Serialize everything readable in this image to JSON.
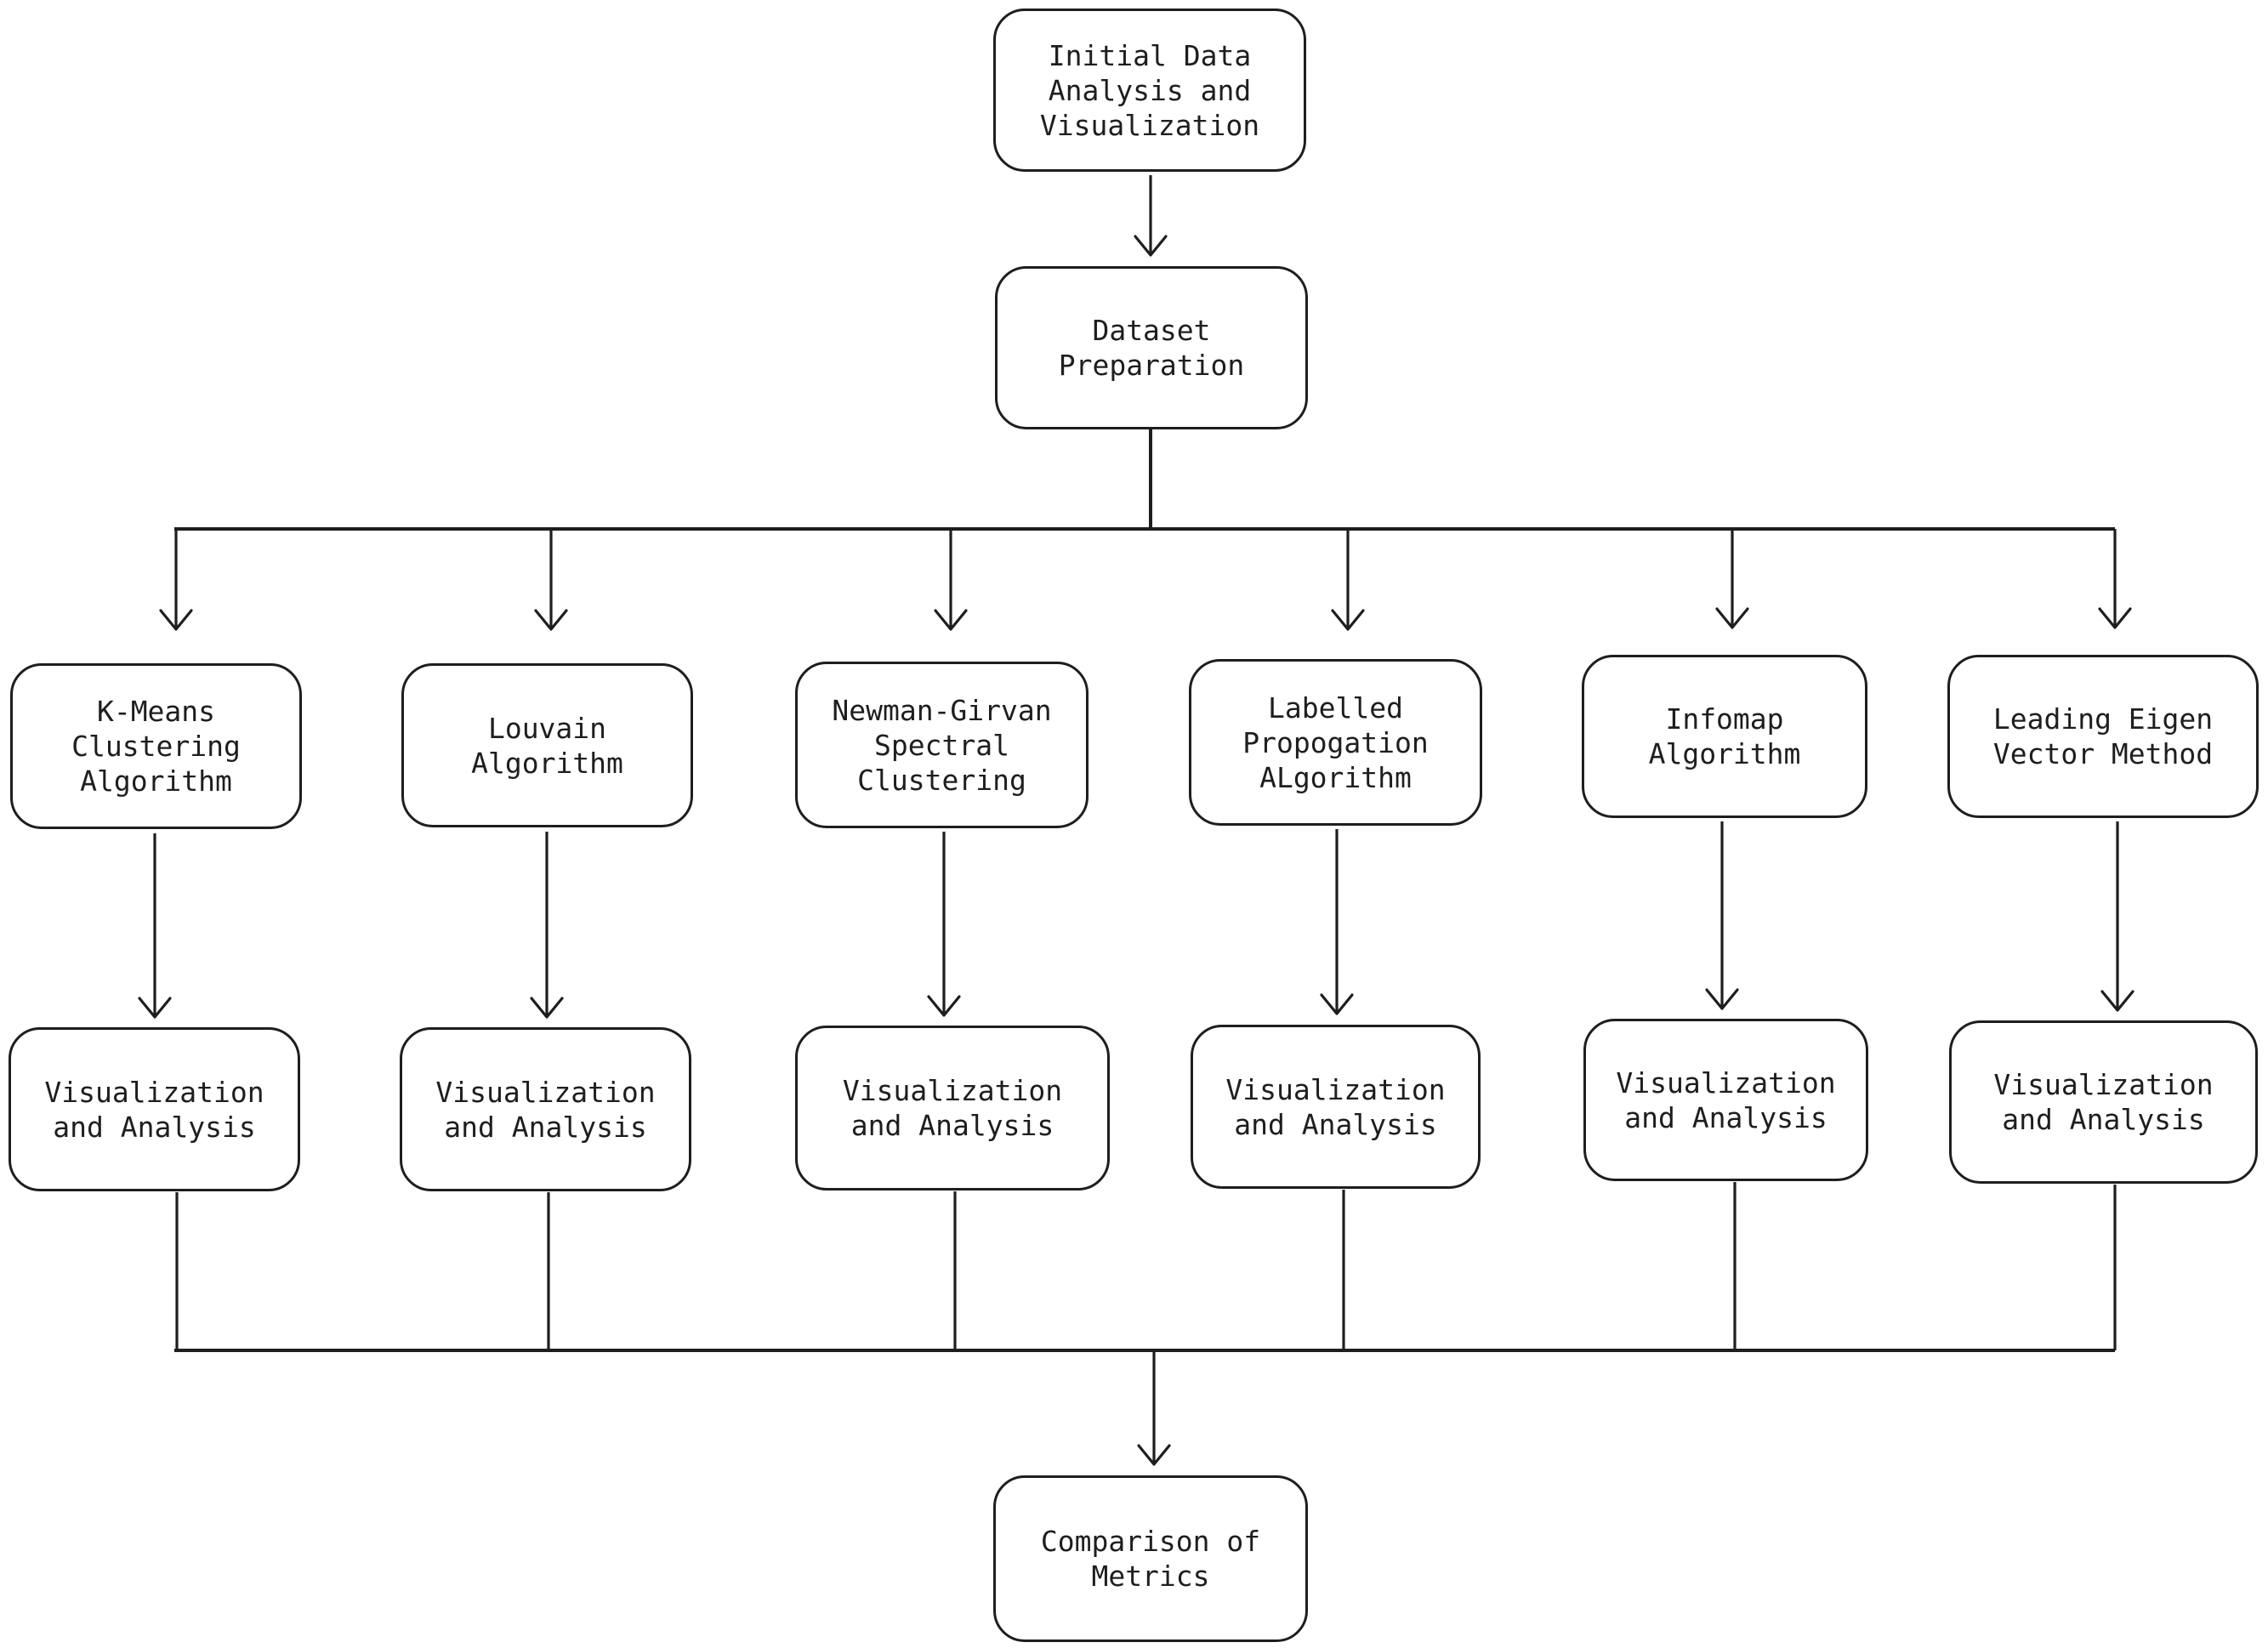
{
  "diagram": {
    "title": "Community detection algorithm comparison flowchart",
    "colors": {
      "background": "#ffffff",
      "stroke": "#1e1e1e",
      "text": "#1e1e1e"
    },
    "nodes": {
      "initial": {
        "label": "Initial Data\nAnalysis and\nVisualization"
      },
      "dataset": {
        "label": "Dataset\nPreparation"
      },
      "algorithms": [
        {
          "label": "K-Means\nClustering\nAlgorithm"
        },
        {
          "label": "Louvain\nAlgorithm"
        },
        {
          "label": "Newman-Girvan\nSpectral\nClustering"
        },
        {
          "label": "Labelled\nPropogation\nALgorithm"
        },
        {
          "label": "Infomap\nAlgorithm"
        },
        {
          "label": "Leading Eigen\nVector Method"
        }
      ],
      "analysis": [
        {
          "label": "Visualization\nand Analysis"
        },
        {
          "label": "Visualization\nand Analysis"
        },
        {
          "label": "Visualization\nand Analysis"
        },
        {
          "label": "Visualization\nand Analysis"
        },
        {
          "label": "Visualization\nand Analysis"
        },
        {
          "label": "Visualization\nand Analysis"
        }
      ],
      "comparison": {
        "label": "Comparison of\nMetrics"
      }
    }
  }
}
